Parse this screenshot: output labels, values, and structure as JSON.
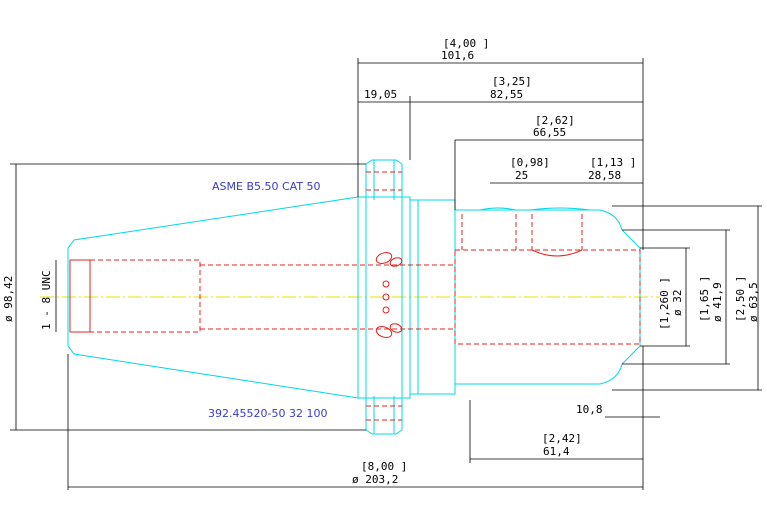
{
  "notes": {
    "spec": "ASME B5.50 CAT 50",
    "part_number": "392.45520-50 32 100"
  },
  "dimensions": {
    "total_length_in": "[8,00 ]",
    "total_length_mm": "ø 203,2",
    "gauge_length_in": "[4,00 ]",
    "gauge_length_mm": "101,6",
    "flange_width_mm": "19,05",
    "len_3_25_in": "[3,25]",
    "len_3_25_mm": "82,55",
    "len_2_62_in": "[2,62]",
    "len_2_62_mm": "66,55",
    "len_0_98_in": "[0,98]",
    "len_0_98_mm": "25",
    "len_1_13_in": "[1,13 ]",
    "len_1_13_mm": "28,58",
    "len_2_42_in": "[2,42]",
    "len_2_42_mm": "61,4",
    "nose_length_mm": "10,8",
    "flange_dia": "ø 98,42",
    "thread": "1 - 8 UNC",
    "bore_in": "[1,260 ]",
    "bore_mm": "ø 32",
    "dia_1_65_in": "[1,65 ]",
    "dia_1_65_mm": "ø 41,9",
    "dia_2_50_in": "[2,50 ]",
    "dia_2_50_mm": "ø 63,5"
  },
  "colors": {
    "outline": "#00d8e8",
    "hidden": "#e8201c",
    "centerline": "#e8e000",
    "dimension": "#000000",
    "note": "#3a3ad0"
  }
}
